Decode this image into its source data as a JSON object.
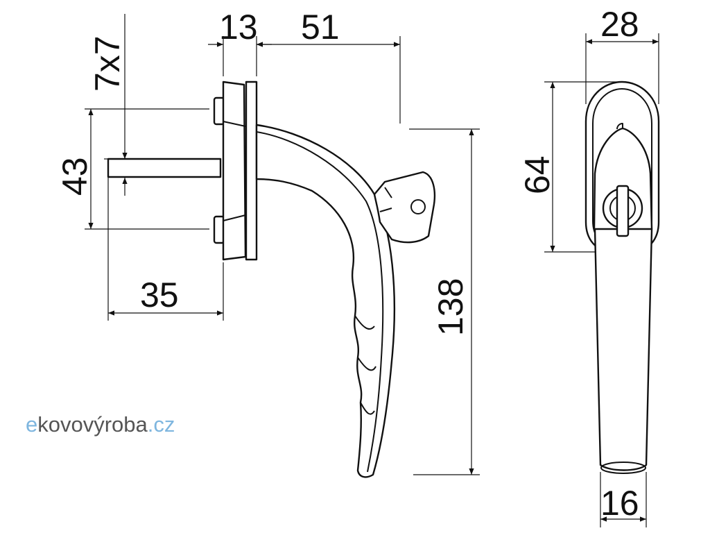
{
  "dimensions": {
    "square_spindle": "7x7",
    "base_thickness": "13",
    "handle_projection": "51",
    "width_front": "28",
    "screw_spacing": "43",
    "handle_length": "138",
    "base_height": "64",
    "spindle_length": "35",
    "grip_width": "16"
  },
  "logo": {
    "first_letter": "e",
    "rest": "kovovýroba",
    "domain": ".cz",
    "colors": {
      "first_letter": "#7eb6df",
      "rest": "#555555",
      "domain": "#7eb6df"
    }
  },
  "colors": {
    "line": "#111111",
    "background": "#ffffff"
  }
}
